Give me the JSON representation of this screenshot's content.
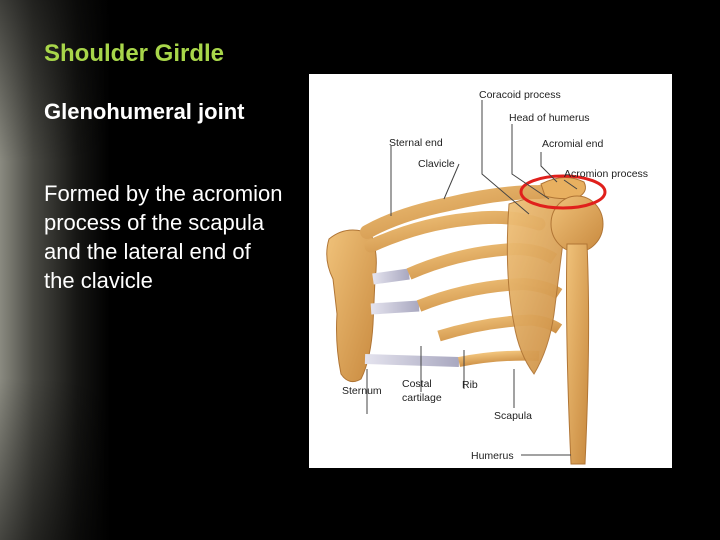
{
  "slide": {
    "title": "Shoulder Girdle",
    "subtitle": "Glenohumeral joint",
    "body": "Formed by the acromion process of the scapula and the lateral end of the clavicle"
  },
  "figure": {
    "labels": {
      "coracoid_process": "Coracoid process",
      "head_of_humerus": "Head of humerus",
      "sternal_end": "Sternal end",
      "acromial_end": "Acromial end",
      "clavicle": "Clavicle",
      "acromion_process": "Acromion process",
      "sternum": "Sternum",
      "costal_cartilage_1": "Costal",
      "costal_cartilage_2": "cartilage",
      "rib": "Rib",
      "scapula": "Scapula",
      "humerus": "Humerus"
    },
    "highlight": {
      "target": "acromion process",
      "color": "#e0201c"
    }
  },
  "colors": {
    "title": "#a8d64a",
    "text": "#ffffff",
    "background": "#000000",
    "bone": "#e0a85a",
    "cartilage": "#c9c8d8"
  }
}
